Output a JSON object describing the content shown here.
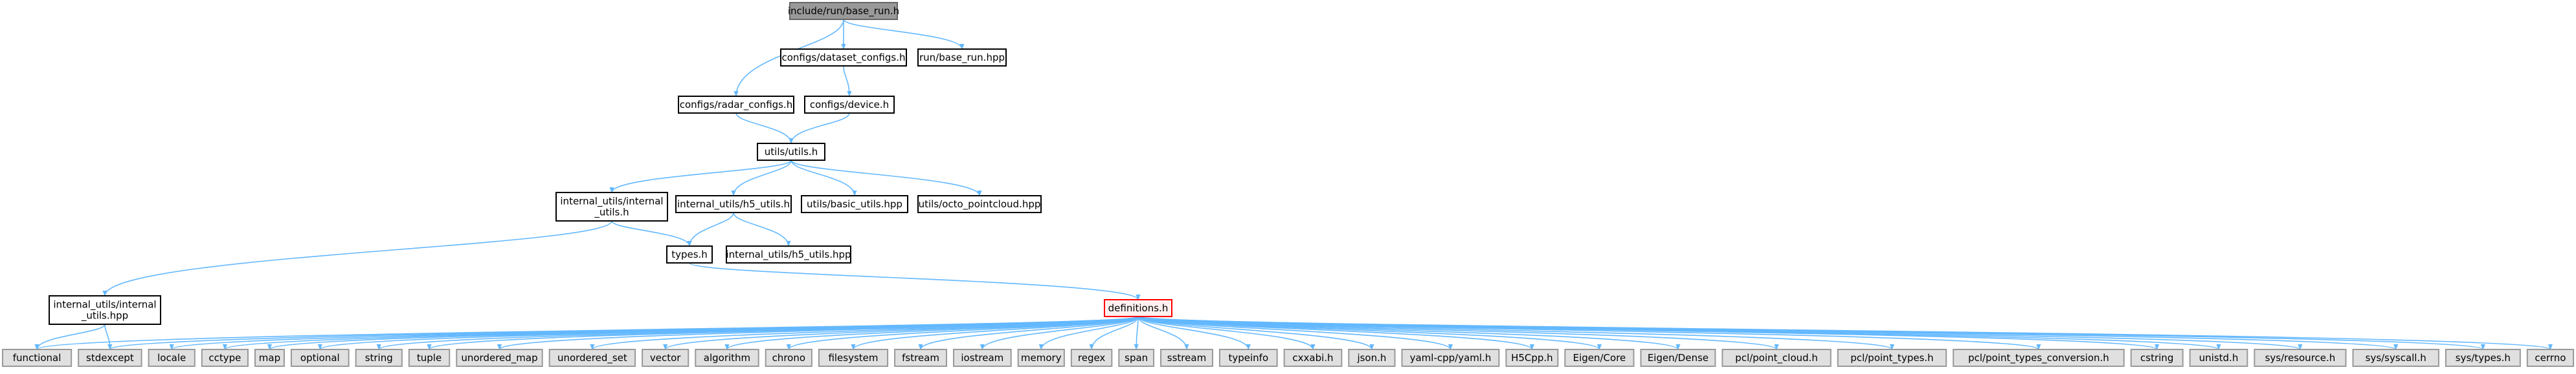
{
  "colors": {
    "edge": "#63b8ff",
    "root_fill": "#999999",
    "root_border": "#666666",
    "normal_fill": "#ffffff",
    "normal_border": "#000000",
    "external_fill": "#e0e0e0",
    "external_border": "#999999",
    "highlight_fill": "#fff0f0",
    "highlight_border": "#ff0000"
  },
  "nodes": [
    {
      "id": "root",
      "lines": [
        "include/run/base_run.h"
      ],
      "style": "root"
    },
    {
      "id": "dataset_configs",
      "lines": [
        "configs/dataset_configs.h"
      ],
      "style": "normal"
    },
    {
      "id": "base_run_hpp",
      "lines": [
        "run/base_run.hpp"
      ],
      "style": "normal"
    },
    {
      "id": "radar_configs",
      "lines": [
        "configs/radar_configs.h"
      ],
      "style": "normal"
    },
    {
      "id": "device",
      "lines": [
        "configs/device.h"
      ],
      "style": "normal"
    },
    {
      "id": "utils",
      "lines": [
        "utils/utils.h"
      ],
      "style": "normal"
    },
    {
      "id": "internal_utils_h",
      "lines": [
        "internal_utils/internal",
        "_utils.h"
      ],
      "style": "normal"
    },
    {
      "id": "h5_utils_h",
      "lines": [
        "internal_utils/h5_utils.h"
      ],
      "style": "normal"
    },
    {
      "id": "basic_utils",
      "lines": [
        "utils/basic_utils.hpp"
      ],
      "style": "normal"
    },
    {
      "id": "octo_pointcloud",
      "lines": [
        "utils/octo_pointcloud.hpp"
      ],
      "style": "normal"
    },
    {
      "id": "types",
      "lines": [
        "types.h"
      ],
      "style": "normal"
    },
    {
      "id": "h5_utils_hpp",
      "lines": [
        "internal_utils/h5_utils.hpp"
      ],
      "style": "normal"
    },
    {
      "id": "internal_utils_hpp",
      "lines": [
        "internal_utils/internal",
        "_utils.hpp"
      ],
      "style": "normal"
    },
    {
      "id": "definitions",
      "lines": [
        "definitions.h"
      ],
      "style": "highlight"
    },
    {
      "id": "functional",
      "lines": [
        "functional"
      ],
      "style": "external"
    },
    {
      "id": "stdexcept",
      "lines": [
        "stdexcept"
      ],
      "style": "external"
    },
    {
      "id": "locale",
      "lines": [
        "locale"
      ],
      "style": "external"
    },
    {
      "id": "cctype",
      "lines": [
        "cctype"
      ],
      "style": "external"
    },
    {
      "id": "map",
      "lines": [
        "map"
      ],
      "style": "external"
    },
    {
      "id": "optional",
      "lines": [
        "optional"
      ],
      "style": "external"
    },
    {
      "id": "string",
      "lines": [
        "string"
      ],
      "style": "external"
    },
    {
      "id": "tuple",
      "lines": [
        "tuple"
      ],
      "style": "external"
    },
    {
      "id": "unordered_map",
      "lines": [
        "unordered_map"
      ],
      "style": "external"
    },
    {
      "id": "unordered_set",
      "lines": [
        "unordered_set"
      ],
      "style": "external"
    },
    {
      "id": "vector",
      "lines": [
        "vector"
      ],
      "style": "external"
    },
    {
      "id": "algorithm",
      "lines": [
        "algorithm"
      ],
      "style": "external"
    },
    {
      "id": "chrono",
      "lines": [
        "chrono"
      ],
      "style": "external"
    },
    {
      "id": "filesystem",
      "lines": [
        "filesystem"
      ],
      "style": "external"
    },
    {
      "id": "fstream",
      "lines": [
        "fstream"
      ],
      "style": "external"
    },
    {
      "id": "iostream",
      "lines": [
        "iostream"
      ],
      "style": "external"
    },
    {
      "id": "memory",
      "lines": [
        "memory"
      ],
      "style": "external"
    },
    {
      "id": "regex",
      "lines": [
        "regex"
      ],
      "style": "external"
    },
    {
      "id": "span",
      "lines": [
        "span"
      ],
      "style": "external"
    },
    {
      "id": "sstream",
      "lines": [
        "sstream"
      ],
      "style": "external"
    },
    {
      "id": "typeinfo",
      "lines": [
        "typeinfo"
      ],
      "style": "external"
    },
    {
      "id": "cxxabi",
      "lines": [
        "cxxabi.h"
      ],
      "style": "external"
    },
    {
      "id": "json",
      "lines": [
        "json.h"
      ],
      "style": "external"
    },
    {
      "id": "yaml",
      "lines": [
        "yaml-cpp/yaml.h"
      ],
      "style": "external"
    },
    {
      "id": "h5cpp",
      "lines": [
        "H5Cpp.h"
      ],
      "style": "external"
    },
    {
      "id": "eigen_core",
      "lines": [
        "Eigen/Core"
      ],
      "style": "external"
    },
    {
      "id": "eigen_dense",
      "lines": [
        "Eigen/Dense"
      ],
      "style": "external"
    },
    {
      "id": "pcl_point_cloud",
      "lines": [
        "pcl/point_cloud.h"
      ],
      "style": "external"
    },
    {
      "id": "pcl_point_types",
      "lines": [
        "pcl/point_types.h"
      ],
      "style": "external"
    },
    {
      "id": "pcl_point_types_conversion",
      "lines": [
        "pcl/point_types_conversion.h"
      ],
      "style": "external"
    },
    {
      "id": "cstring",
      "lines": [
        "cstring"
      ],
      "style": "external"
    },
    {
      "id": "unistd",
      "lines": [
        "unistd.h"
      ],
      "style": "external"
    },
    {
      "id": "sys_resource",
      "lines": [
        "sys/resource.h"
      ],
      "style": "external"
    },
    {
      "id": "sys_syscall",
      "lines": [
        "sys/syscall.h"
      ],
      "style": "external"
    },
    {
      "id": "sys_types",
      "lines": [
        "sys/types.h"
      ],
      "style": "external"
    },
    {
      "id": "cerrno",
      "lines": [
        "cerrno"
      ],
      "style": "external"
    }
  ],
  "edges": [
    [
      "root",
      "radar_configs"
    ],
    [
      "root",
      "dataset_configs"
    ],
    [
      "root",
      "base_run_hpp"
    ],
    [
      "dataset_configs",
      "device"
    ],
    [
      "radar_configs",
      "utils"
    ],
    [
      "device",
      "utils"
    ],
    [
      "utils",
      "internal_utils_h"
    ],
    [
      "utils",
      "h5_utils_h"
    ],
    [
      "utils",
      "basic_utils"
    ],
    [
      "utils",
      "octo_pointcloud"
    ],
    [
      "internal_utils_h",
      "types"
    ],
    [
      "internal_utils_h",
      "internal_utils_hpp"
    ],
    [
      "h5_utils_h",
      "types"
    ],
    [
      "h5_utils_h",
      "h5_utils_hpp"
    ],
    [
      "types",
      "definitions"
    ],
    [
      "internal_utils_hpp",
      "functional"
    ],
    [
      "internal_utils_hpp",
      "stdexcept"
    ],
    [
      "definitions",
      "functional"
    ],
    [
      "definitions",
      "stdexcept"
    ],
    [
      "definitions",
      "locale"
    ],
    [
      "definitions",
      "cctype"
    ],
    [
      "definitions",
      "map"
    ],
    [
      "definitions",
      "optional"
    ],
    [
      "definitions",
      "string"
    ],
    [
      "definitions",
      "tuple"
    ],
    [
      "definitions",
      "unordered_map"
    ],
    [
      "definitions",
      "unordered_set"
    ],
    [
      "definitions",
      "vector"
    ],
    [
      "definitions",
      "algorithm"
    ],
    [
      "definitions",
      "chrono"
    ],
    [
      "definitions",
      "filesystem"
    ],
    [
      "definitions",
      "fstream"
    ],
    [
      "definitions",
      "iostream"
    ],
    [
      "definitions",
      "memory"
    ],
    [
      "definitions",
      "regex"
    ],
    [
      "definitions",
      "span"
    ],
    [
      "definitions",
      "sstream"
    ],
    [
      "definitions",
      "typeinfo"
    ],
    [
      "definitions",
      "cxxabi"
    ],
    [
      "definitions",
      "json"
    ],
    [
      "definitions",
      "yaml"
    ],
    [
      "definitions",
      "h5cpp"
    ],
    [
      "definitions",
      "eigen_core"
    ],
    [
      "definitions",
      "eigen_dense"
    ],
    [
      "definitions",
      "pcl_point_cloud"
    ],
    [
      "definitions",
      "pcl_point_types"
    ],
    [
      "definitions",
      "pcl_point_types_conversion"
    ],
    [
      "definitions",
      "cstring"
    ],
    [
      "definitions",
      "unistd"
    ],
    [
      "definitions",
      "sys_resource"
    ],
    [
      "definitions",
      "sys_syscall"
    ],
    [
      "definitions",
      "sys_types"
    ],
    [
      "definitions",
      "cerrno"
    ]
  ]
}
